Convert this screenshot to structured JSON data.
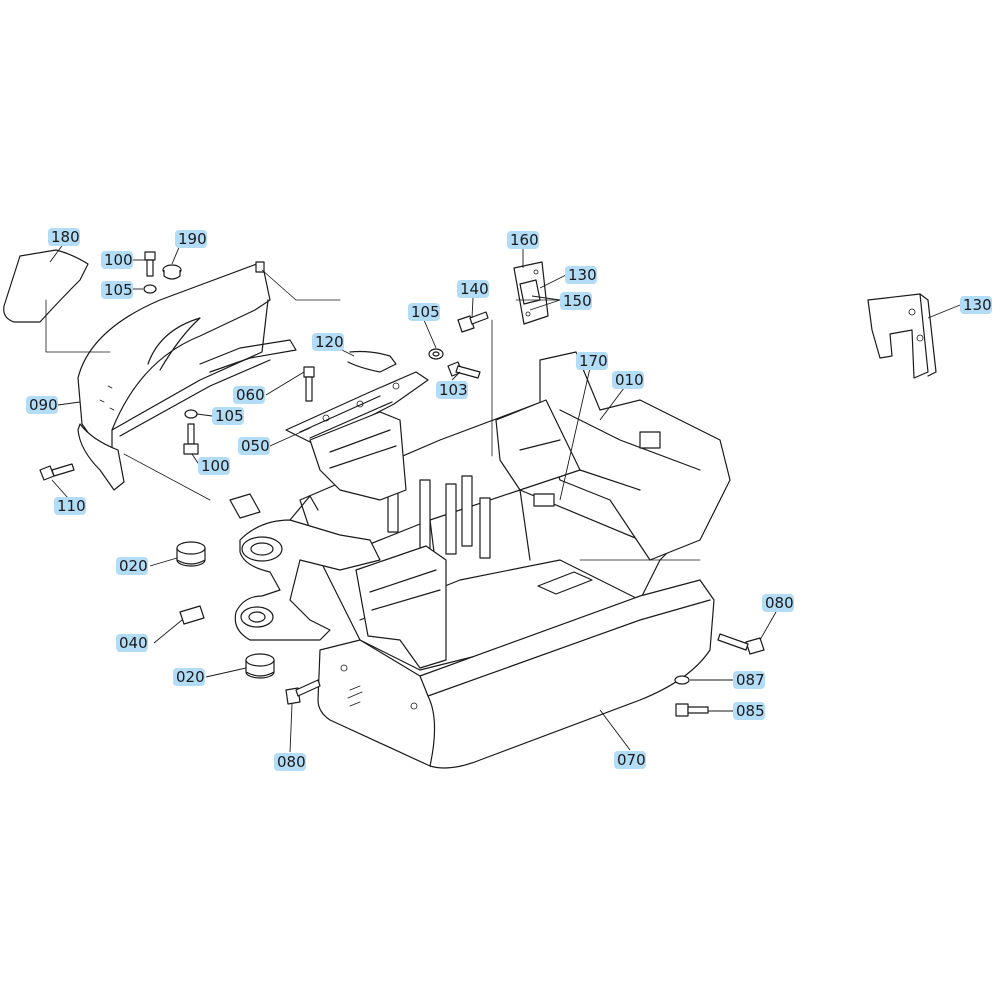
{
  "callouts": [
    {
      "id": "c180",
      "label": "180"
    },
    {
      "id": "c190",
      "label": "190"
    },
    {
      "id": "c100a",
      "label": "100"
    },
    {
      "id": "c105a",
      "label": "105"
    },
    {
      "id": "c090",
      "label": "090"
    },
    {
      "id": "c105b",
      "label": "105"
    },
    {
      "id": "c100b",
      "label": "100"
    },
    {
      "id": "c110",
      "label": "110"
    },
    {
      "id": "c160",
      "label": "160"
    },
    {
      "id": "c130a",
      "label": "130"
    },
    {
      "id": "c150",
      "label": "150"
    },
    {
      "id": "c140",
      "label": "140"
    },
    {
      "id": "c105c",
      "label": "105"
    },
    {
      "id": "c120",
      "label": "120"
    },
    {
      "id": "c103",
      "label": "103"
    },
    {
      "id": "c060",
      "label": "060"
    },
    {
      "id": "c050",
      "label": "050"
    },
    {
      "id": "c170",
      "label": "170"
    },
    {
      "id": "c010",
      "label": "010"
    },
    {
      "id": "c130b",
      "label": "130"
    },
    {
      "id": "c020a",
      "label": "020"
    },
    {
      "id": "c040",
      "label": "040"
    },
    {
      "id": "c020b",
      "label": "020"
    },
    {
      "id": "c080a",
      "label": "080"
    },
    {
      "id": "c087",
      "label": "087"
    },
    {
      "id": "c085",
      "label": "085"
    },
    {
      "id": "c080b",
      "label": "080"
    },
    {
      "id": "c070",
      "label": "070"
    }
  ],
  "colors": {
    "callout_highlight": "#b3dcf7",
    "line": "#1a1a1a"
  }
}
